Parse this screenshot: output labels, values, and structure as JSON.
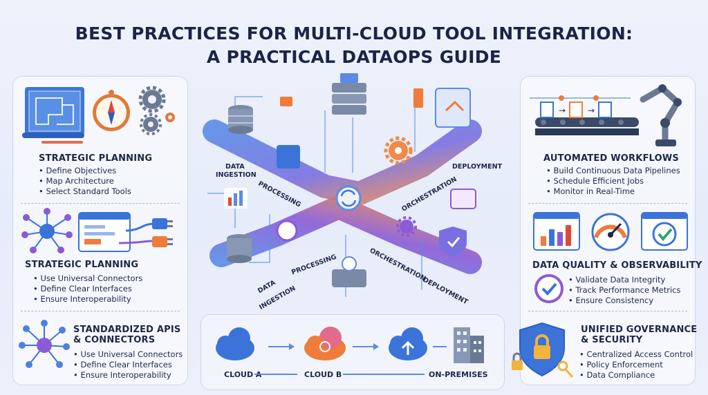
{
  "title": {
    "line1": "BEST PRACTICES FOR MULTI-CLOUD TOOL INTEGRATION:",
    "line2": "A PRACTICAL DATAOPS GUIDE"
  },
  "left": {
    "s1": {
      "title": "STRATEGIC PLANNING",
      "items": [
        "Define Objectives",
        "Map Architecture",
        "Select Standard Tools"
      ]
    },
    "s2": {
      "title": "STRATEGIC PLANNING",
      "items": [
        "Use Universal Connectors",
        "Define Clear Interfaces",
        "Ensure Interoperability"
      ]
    },
    "s3": {
      "title_l1": "STANDARDIZED APIS",
      "title_l2": "& CONNECTORS",
      "items": [
        "Use Universal Connectors",
        "Define Clear Interfaces",
        "Ensure Interoperability"
      ]
    }
  },
  "right": {
    "s1": {
      "title": "AUTOMATED WORKFLOWS",
      "items": [
        "Build Continuous Data Pipelines",
        "Schedule Efficient Jobs",
        "Monitor in Real-Time"
      ]
    },
    "s2": {
      "title": "DATA QUALITY & OBSERVABILITY",
      "items": [
        "Validate Data Integrity",
        "Track Performance Metrics",
        "Ensure Consistency"
      ]
    },
    "s3": {
      "title_l1": "UNIFIED GOVERNANCE",
      "title_l2": "& SECURITY",
      "items": [
        "Centralized Access Control",
        "Policy Enforcement",
        "Data Compliance"
      ]
    }
  },
  "center": {
    "upper": {
      "data": "DATA",
      "ingestion": "INGESTION",
      "processing": "PROCESSING",
      "orchestration": "ORCHESTRATION",
      "deployment": "DEPLOYMENT"
    },
    "lower": {
      "data": "DATA",
      "ingestion": "INGESTION",
      "processing": "PROCESSING",
      "orchestration": "ORCHESTRATION",
      "deployment": "DEPLOYMENT"
    }
  },
  "clouds": {
    "a": "CLOUD A",
    "b": "CLOUD B",
    "onprem": "ON-PREMISES"
  },
  "colors": {
    "blue": "#3b73d9",
    "orange": "#f07b3a",
    "purple": "#8a5bd6",
    "navy": "#1a2446"
  }
}
